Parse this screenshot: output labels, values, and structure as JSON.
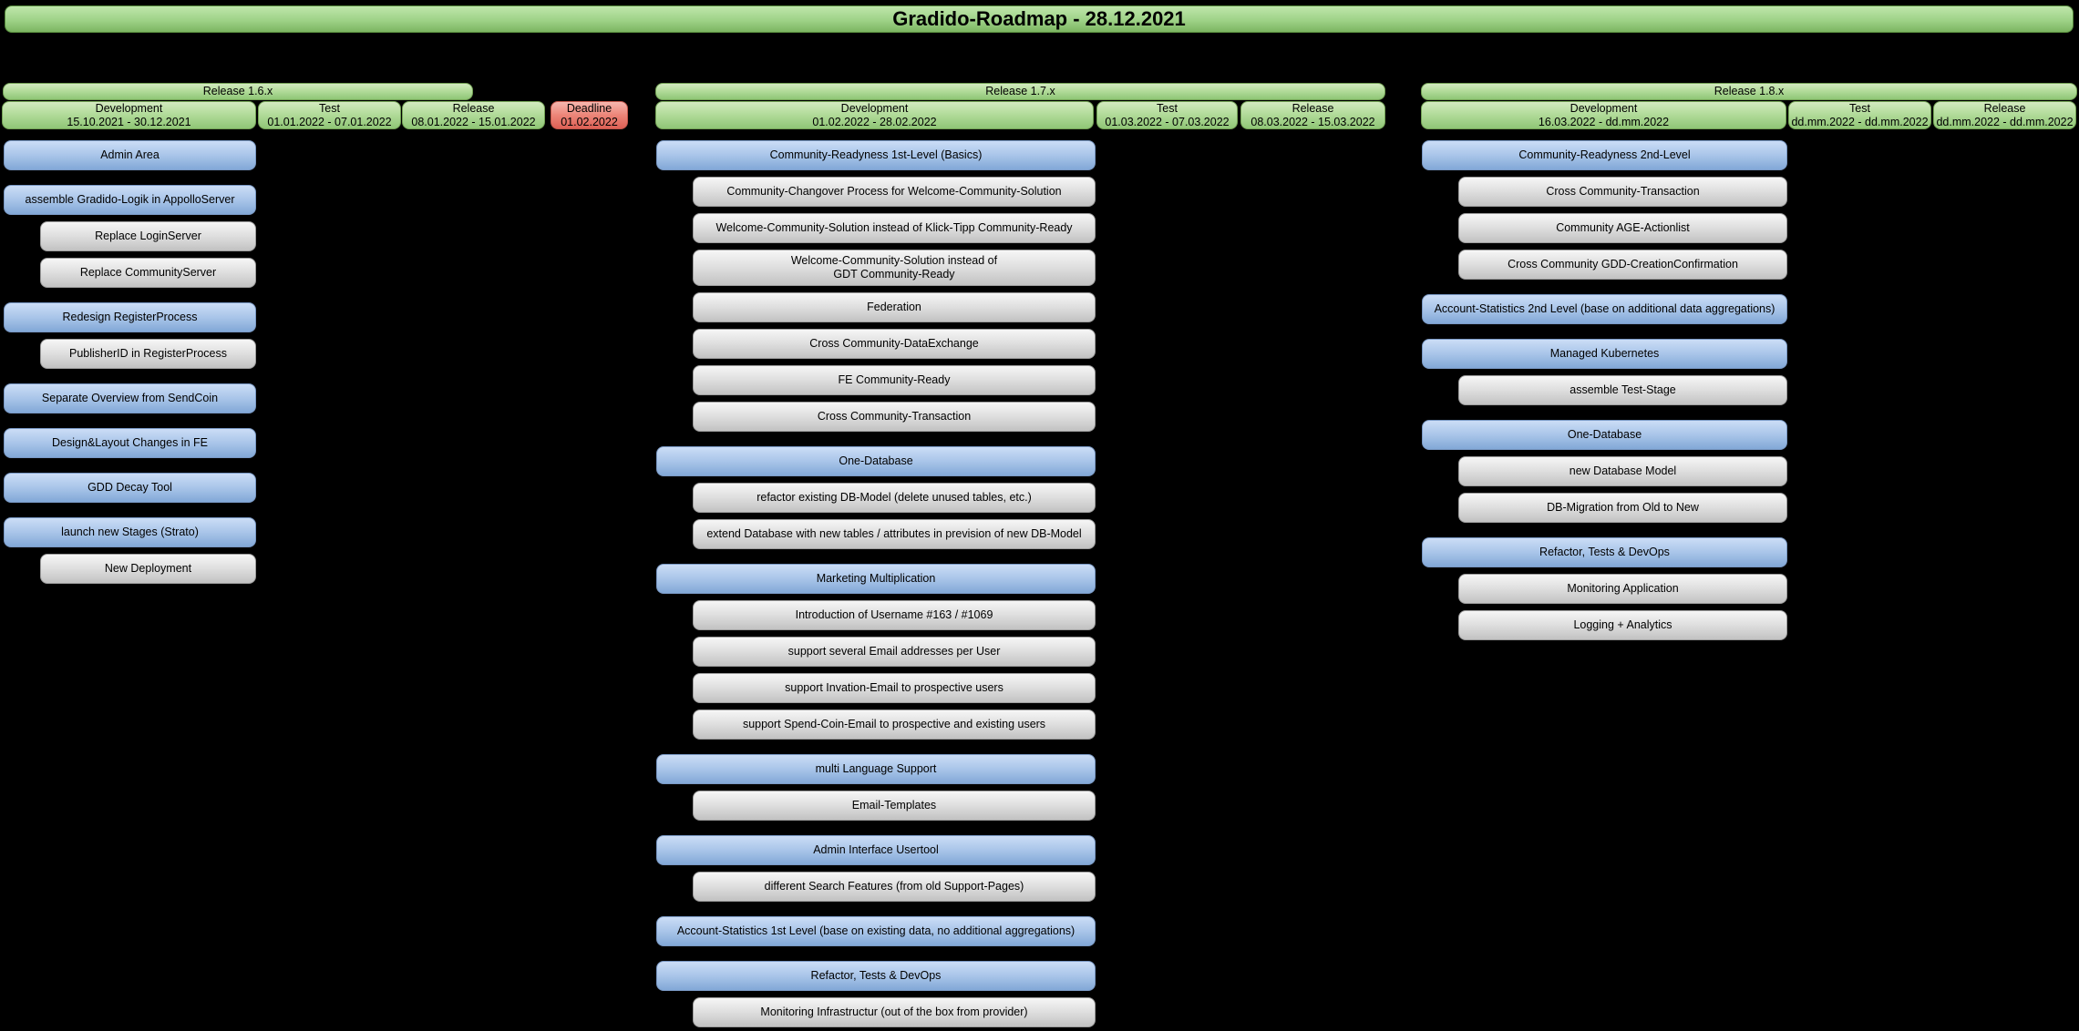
{
  "title": "Gradido-Roadmap - 28.12.2021",
  "colors": {
    "background": "#000000",
    "release_green": "#8fc676",
    "deadline_red": "#de6055",
    "feature_blue": "#82a8d7",
    "subtask_gray": "#c2c2c2"
  },
  "releases": [
    {
      "name": "Release 1.6.x",
      "phases": [
        {
          "label": "Development",
          "dates": "15.10.2021 - 30.12.2021",
          "style": "green"
        },
        {
          "label": "Test",
          "dates": "01.01.2022 - 07.01.2022",
          "style": "green"
        },
        {
          "label": "Release",
          "dates": "08.01.2022 - 15.01.2022",
          "style": "green"
        },
        {
          "label": "Deadline",
          "dates": "01.02.2022",
          "style": "red"
        }
      ],
      "tasks": [
        {
          "label": "Admin Area",
          "level": 0
        },
        {
          "label": "assemble Gradido-Logik in AppolloServer",
          "level": 0
        },
        {
          "label": "Replace LoginServer",
          "level": 1
        },
        {
          "label": "Replace CommunityServer",
          "level": 1
        },
        {
          "label": "Redesign RegisterProcess",
          "level": 0
        },
        {
          "label": "PublisherID in RegisterProcess",
          "level": 1
        },
        {
          "label": "Separate Overview from SendCoin",
          "level": 0
        },
        {
          "label": "Design&Layout Changes in FE",
          "level": 0
        },
        {
          "label": "GDD Decay Tool",
          "level": 0
        },
        {
          "label": "launch new Stages (Strato)",
          "level": 0
        },
        {
          "label": "New Deployment",
          "level": 1
        }
      ]
    },
    {
      "name": "Release 1.7.x",
      "phases": [
        {
          "label": "Development",
          "dates": "01.02.2022 - 28.02.2022",
          "style": "green"
        },
        {
          "label": "Test",
          "dates": "01.03.2022 - 07.03.2022",
          "style": "green"
        },
        {
          "label": "Release",
          "dates": "08.03.2022 - 15.03.2022",
          "style": "green"
        }
      ],
      "tasks": [
        {
          "label": "Community-Readyness 1st-Level (Basics)",
          "level": 0
        },
        {
          "label": "Community-Changover Process for Welcome-Community-Solution",
          "level": 1
        },
        {
          "label": "Welcome-Community-Solution instead of Klick-Tipp Community-Ready",
          "level": 1
        },
        {
          "label": "Welcome-Community-Solution instead of\nGDT Community-Ready",
          "level": 1,
          "tall": true
        },
        {
          "label": "Federation",
          "level": 1
        },
        {
          "label": "Cross Community-DataExchange",
          "level": 1
        },
        {
          "label": "FE Community-Ready",
          "level": 1
        },
        {
          "label": "Cross Community-Transaction",
          "level": 1
        },
        {
          "label": "One-Database",
          "level": 0
        },
        {
          "label": "refactor existing DB-Model (delete unused tables, etc.)",
          "level": 1
        },
        {
          "label": "extend Database with new tables / attributes in prevision of new DB-Model",
          "level": 1
        },
        {
          "label": "Marketing Multiplication",
          "level": 0
        },
        {
          "label": "Introduction of Username #163 / #1069",
          "level": 1
        },
        {
          "label": "support several Email addresses per User",
          "level": 1
        },
        {
          "label": "support Invation-Email to prospective users",
          "level": 1
        },
        {
          "label": "support Spend-Coin-Email to prospective and existing users",
          "level": 1
        },
        {
          "label": "multi Language Support",
          "level": 0
        },
        {
          "label": "Email-Templates",
          "level": 1
        },
        {
          "label": "Admin Interface Usertool",
          "level": 0
        },
        {
          "label": "different Search Features (from old Support-Pages)",
          "level": 1
        },
        {
          "label": "Account-Statistics 1st Level (base on existing data, no additional aggregations)",
          "level": 0
        },
        {
          "label": "Refactor, Tests & DevOps",
          "level": 0
        },
        {
          "label": "Monitoring Infrastructur (out of the box from provider)",
          "level": 1
        }
      ]
    },
    {
      "name": "Release 1.8.x",
      "phases": [
        {
          "label": "Development",
          "dates": "16.03.2022 - dd.mm.2022",
          "style": "green"
        },
        {
          "label": "Test",
          "dates": "dd.mm.2022 - dd.mm.2022",
          "style": "green"
        },
        {
          "label": "Release",
          "dates": "dd.mm.2022 - dd.mm.2022",
          "style": "green"
        }
      ],
      "tasks": [
        {
          "label": "Community-Readyness 2nd-Level",
          "level": 0
        },
        {
          "label": "Cross Community-Transaction",
          "level": 1
        },
        {
          "label": "Community AGE-Actionlist",
          "level": 1
        },
        {
          "label": "Cross Community GDD-CreationConfirmation",
          "level": 1
        },
        {
          "label": "Account-Statistics 2nd Level (base on additional data aggregations)",
          "level": 0
        },
        {
          "label": "Managed Kubernetes",
          "level": 0
        },
        {
          "label": "assemble Test-Stage",
          "level": 1
        },
        {
          "label": "One-Database",
          "level": 0
        },
        {
          "label": "new Database Model",
          "level": 1
        },
        {
          "label": "DB-Migration from Old to New",
          "level": 1
        },
        {
          "label": "Refactor, Tests & DevOps",
          "level": 0
        },
        {
          "label": "Monitoring Application",
          "level": 1
        },
        {
          "label": "Logging + Analytics",
          "level": 1
        }
      ]
    }
  ]
}
